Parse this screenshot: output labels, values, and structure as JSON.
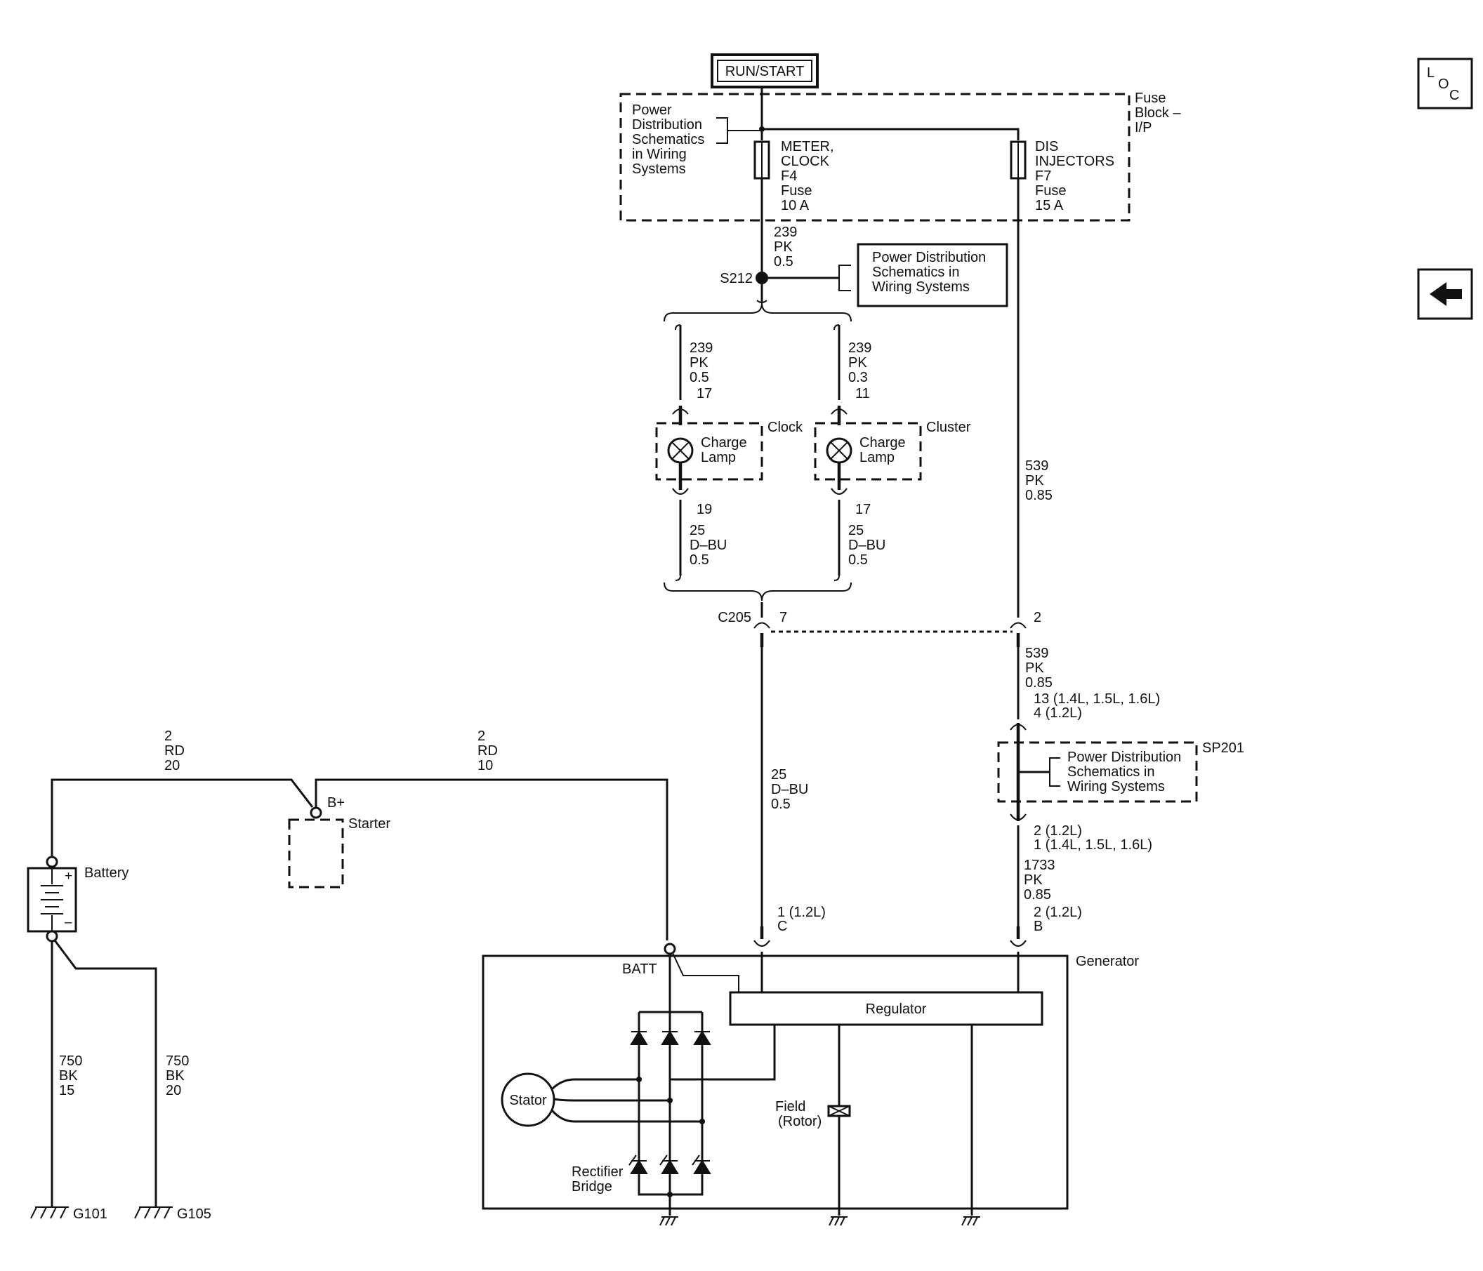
{
  "power_source": "RUN/START",
  "fuse_block": {
    "label_line1": "Fuse",
    "label_line2": "Block –",
    "label_line3": "I/P",
    "pd_ref": [
      "Power",
      "Distribution",
      "Schematics",
      "in Wiring",
      "Systems"
    ],
    "fuse_f4": [
      "METER,",
      "CLOCK",
      "F4",
      "Fuse",
      "10 A"
    ],
    "fuse_f7": [
      "DIS",
      "INJECTORS",
      "F7",
      "Fuse",
      "15 A"
    ]
  },
  "splice_s212": {
    "name": "S212",
    "wire": [
      "239",
      "PK",
      "0.5"
    ],
    "ref": [
      "Power Distribution",
      "Schematics in",
      "Wiring Systems"
    ]
  },
  "clock": {
    "label": "Clock",
    "lamp": [
      "Charge",
      "Lamp"
    ],
    "wire_in": [
      "239",
      "PK",
      "0.5"
    ],
    "pin_in": "17",
    "pin_out": "19",
    "wire_out": [
      "25",
      "D–BU",
      "0.5"
    ]
  },
  "cluster": {
    "label": "Cluster",
    "lamp": [
      "Charge",
      "Lamp"
    ],
    "wire_in": [
      "239",
      "PK",
      "0.3"
    ],
    "pin_in": "11",
    "pin_out": "17",
    "wire_out": [
      "25",
      "D–BU",
      "0.5"
    ]
  },
  "wire_539_upper": [
    "539",
    "PK",
    "0.85"
  ],
  "connector_c205": {
    "name": "C205",
    "pin_left": "7",
    "pin_right": "2"
  },
  "wire_539_lower": [
    "539",
    "PK",
    "0.85"
  ],
  "pin_13_4": [
    "13 (1.4L, 1.5L, 1.6L)",
    "4 (1.2L)"
  ],
  "splice_sp201": {
    "name": "SP201",
    "ref": [
      "Power Distribution",
      "Schematics in",
      "Wiring Systems"
    ]
  },
  "pin_2_1": [
    "2 (1.2L)",
    "1 (1.4L, 1.5L, 1.6L)"
  ],
  "wire_1733": [
    "1733",
    "PK",
    "0.85"
  ],
  "gen_pin_b": [
    "2 (1.2L)",
    "B"
  ],
  "wire_25_dbu": [
    "25",
    "D–BU",
    "0.5"
  ],
  "gen_pin_c": [
    "1 (1.2L)",
    "C"
  ],
  "battery_wire": [
    "2",
    "RD",
    "20"
  ],
  "starter_wire": [
    "2",
    "RD",
    "10"
  ],
  "starter": {
    "label": "Starter",
    "terminal": "B+"
  },
  "battery": {
    "label": "Battery",
    "plus": "+",
    "minus": "–"
  },
  "ground_wire_g101": [
    "750",
    "BK",
    "15"
  ],
  "ground_wire_g105": [
    "750",
    "BK",
    "20"
  ],
  "grounds": [
    "G101",
    "G105"
  ],
  "generator": {
    "label": "Generator",
    "batt": "BATT",
    "regulator": "Regulator",
    "stator": "Stator",
    "field": [
      "Field",
      "(Rotor)"
    ],
    "rectifier": [
      "Rectifier",
      "Bridge"
    ]
  },
  "nav": {
    "loc_l": "L",
    "loc_o": "O",
    "loc_c": "C",
    "back_icon": "left-arrow-icon"
  }
}
